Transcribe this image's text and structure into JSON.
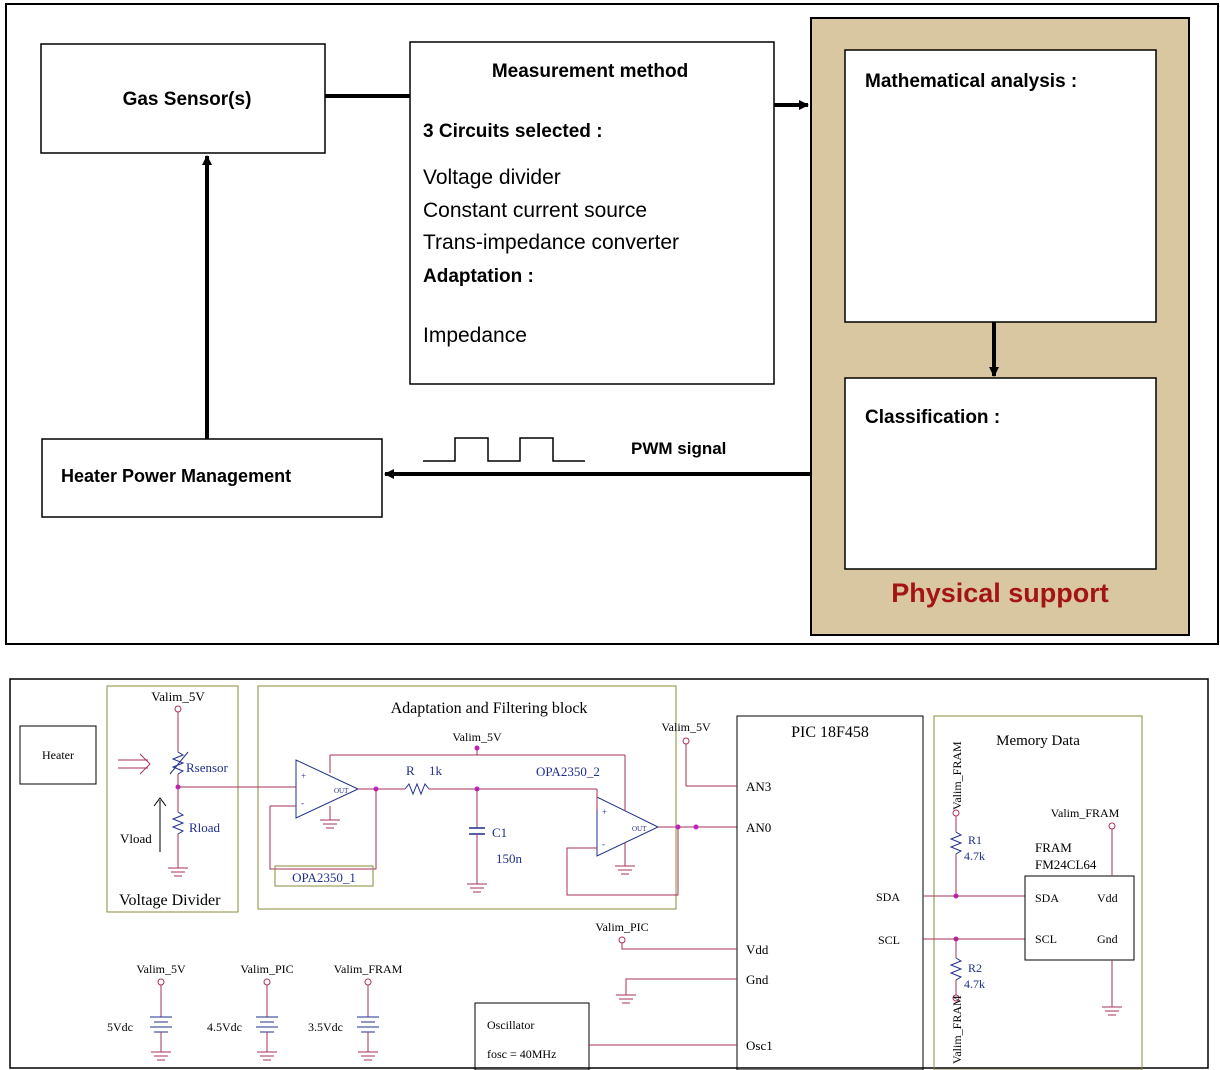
{
  "top": {
    "gas_sensor": "Gas Sensor(s)",
    "measurement": {
      "title": "Measurement method",
      "circuits_heading": "3 Circuits selected :",
      "circuits": [
        "Voltage divider",
        "Constant current  source",
        "Trans-impedance converter"
      ],
      "adaptation_heading": "Adaptation :",
      "adaptation_item": "Impedance"
    },
    "math_analysis": "Mathematical analysis :",
    "classification": "Classification :",
    "physical_support": "Physical support",
    "pwm_signal": "PWM signal",
    "heater_power": "Heater Power Management"
  },
  "bottom": {
    "heater": "Heater",
    "voltage_divider": {
      "supply": "Valim_5V",
      "rsensor": "Rsensor",
      "rload": "Rload",
      "vload": "Vload",
      "title": "Voltage Divider"
    },
    "adaptation_block": {
      "title": "Adaptation and Filtering block",
      "supply": "Valim_5V",
      "r_label": "R",
      "r_value": "1k",
      "c_label": "C1",
      "c_value": "150n",
      "op1": "OPA2350_1",
      "op2": "OPA2350_2",
      "out": "OUT"
    },
    "pic": {
      "title": "PIC 18F458",
      "supply": "Valim_5V",
      "pins": [
        "AN3",
        "AN0",
        "Vdd",
        "Gnd",
        "Osc1"
      ],
      "vdd_supply": "Valim_PIC"
    },
    "oscillator": {
      "title": "Oscillator",
      "freq": "fosc = 40MHz"
    },
    "memory": {
      "title": "Memory Data",
      "supply_vertical": "Valim_FRAM",
      "supply": "Valim_FRAM",
      "chip_line1": "FRAM",
      "chip_line2": "FM24CL64",
      "r1": "R1",
      "r1_value": "4.7k",
      "r2": "R2",
      "r2_value": "4.7k",
      "sda": "SDA",
      "scl": "SCL",
      "vdd": "Vdd",
      "gnd": "Gnd"
    },
    "supplies": [
      {
        "name": "Valim_5V",
        "value": "5Vdc"
      },
      {
        "name": "Valim_PIC",
        "value": "4.5Vdc"
      },
      {
        "name": "Valim_FRAM",
        "value": "3.5Vdc"
      }
    ]
  },
  "colors": {
    "physical_bg": "#D9C7A1",
    "physical_text": "#A31515",
    "wire": "#A8325A",
    "label_blue": "#1F2F8C",
    "block_border": "#8B8B3A"
  }
}
